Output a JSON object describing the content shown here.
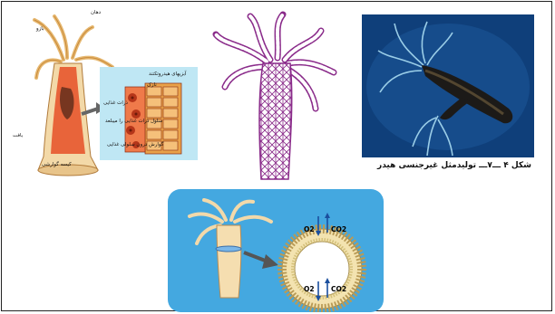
{
  "figures": {
    "hydra_anatomy": {
      "labels": {
        "mouth": "دهان",
        "arm": "بازو",
        "tissue_lining": "بافت",
        "gastric_cavity": "کیسه گوارشی",
        "nematocyst_cells": "آبزیهای هیدروتکتند",
        "nerve": "نازک",
        "nutrient_sac": "ذرات غذایی",
        "digestive_cell": "سلول ذرات غذایی را میبلعد",
        "food_digestion": "گوارش درون سلولی غذایی"
      }
    },
    "hydra_budding_photo": {
      "caption": "شکل ۴ ـــ۷ـــ تولیدمثل غیرجنسی هیدر"
    },
    "gas_exchange": {
      "top_left": "O2",
      "top_right": "CO2",
      "bottom_left": "O2",
      "bottom_right": "CO2"
    }
  },
  "colors": {
    "inset_bg": "#bfe7f4",
    "photo_bg": "#0f3f7a",
    "gas_panel_bg": "#44a8e0",
    "body_orange": "#e8643a",
    "mesh_purple": "#8a2b8a"
  }
}
